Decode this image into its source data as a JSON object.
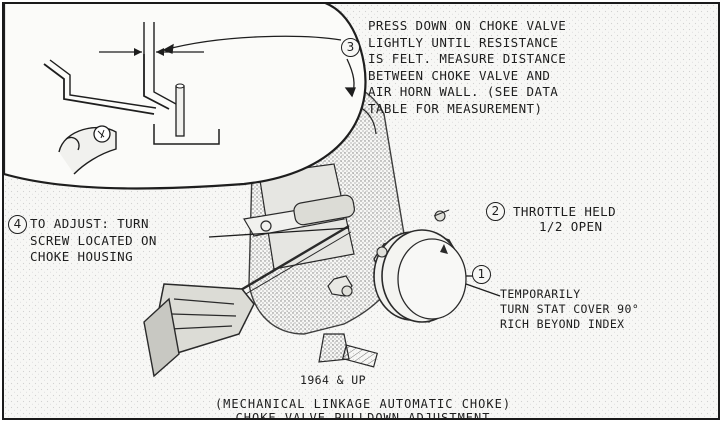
{
  "callouts": [
    {
      "number": "3",
      "lines": [
        "PRESS DOWN ON CHOKE VALVE",
        "LIGHTLY UNTIL RESISTANCE",
        "IS FELT. MEASURE DISTANCE",
        "BETWEEN CHOKE VALVE AND",
        "AIR HORN WALL. (SEE DATA",
        "TABLE FOR MEASUREMENT)"
      ]
    },
    {
      "number": "2",
      "lines": [
        "THROTTLE HELD",
        "1/2 OPEN"
      ]
    },
    {
      "number": "4",
      "lines": [
        "TO ADJUST: TURN",
        "SCREW LOCATED ON",
        "CHOKE HOUSING"
      ]
    },
    {
      "number": "1",
      "lines": [
        "TEMPORARILY",
        "TURN STAT COVER 90°",
        "RICH BEYOND INDEX"
      ]
    }
  ],
  "year_label": "1964 & UP",
  "caption_lines": [
    "(MECHANICAL LINKAGE AUTOMATIC CHOKE)",
    "CHOKE VALVE PULLDOWN ADJUSTMENT"
  ]
}
